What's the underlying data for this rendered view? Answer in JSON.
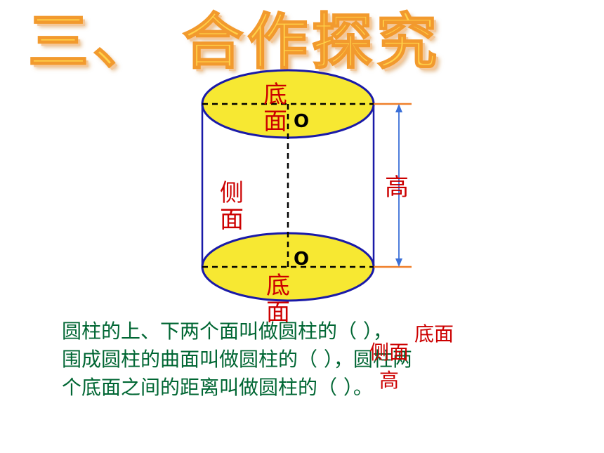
{
  "title": "三、 合作探究",
  "labels": {
    "top_base": "底面",
    "bottom_base": "底面",
    "side": "侧面",
    "height": "高",
    "center_top": "O",
    "center_bottom": "O"
  },
  "colors": {
    "ellipse_fill": "#f7e832",
    "outline": "#1a1aa8",
    "height_lines": "#ef7f2a",
    "height_arrow": "#3a6fd8",
    "label_red": "#cc0000",
    "text_green": "#006633"
  },
  "text": {
    "line1": "圆柱的上、下两个面叫做圆柱的（           ），",
    "line2": "围成圆柱的曲面叫做圆柱的（           ），圆柱两",
    "line3": "个底面之间的距离叫做圆柱的（       ）。"
  },
  "answers": {
    "a1": "底面",
    "a2": "侧面",
    "a3": "高"
  }
}
